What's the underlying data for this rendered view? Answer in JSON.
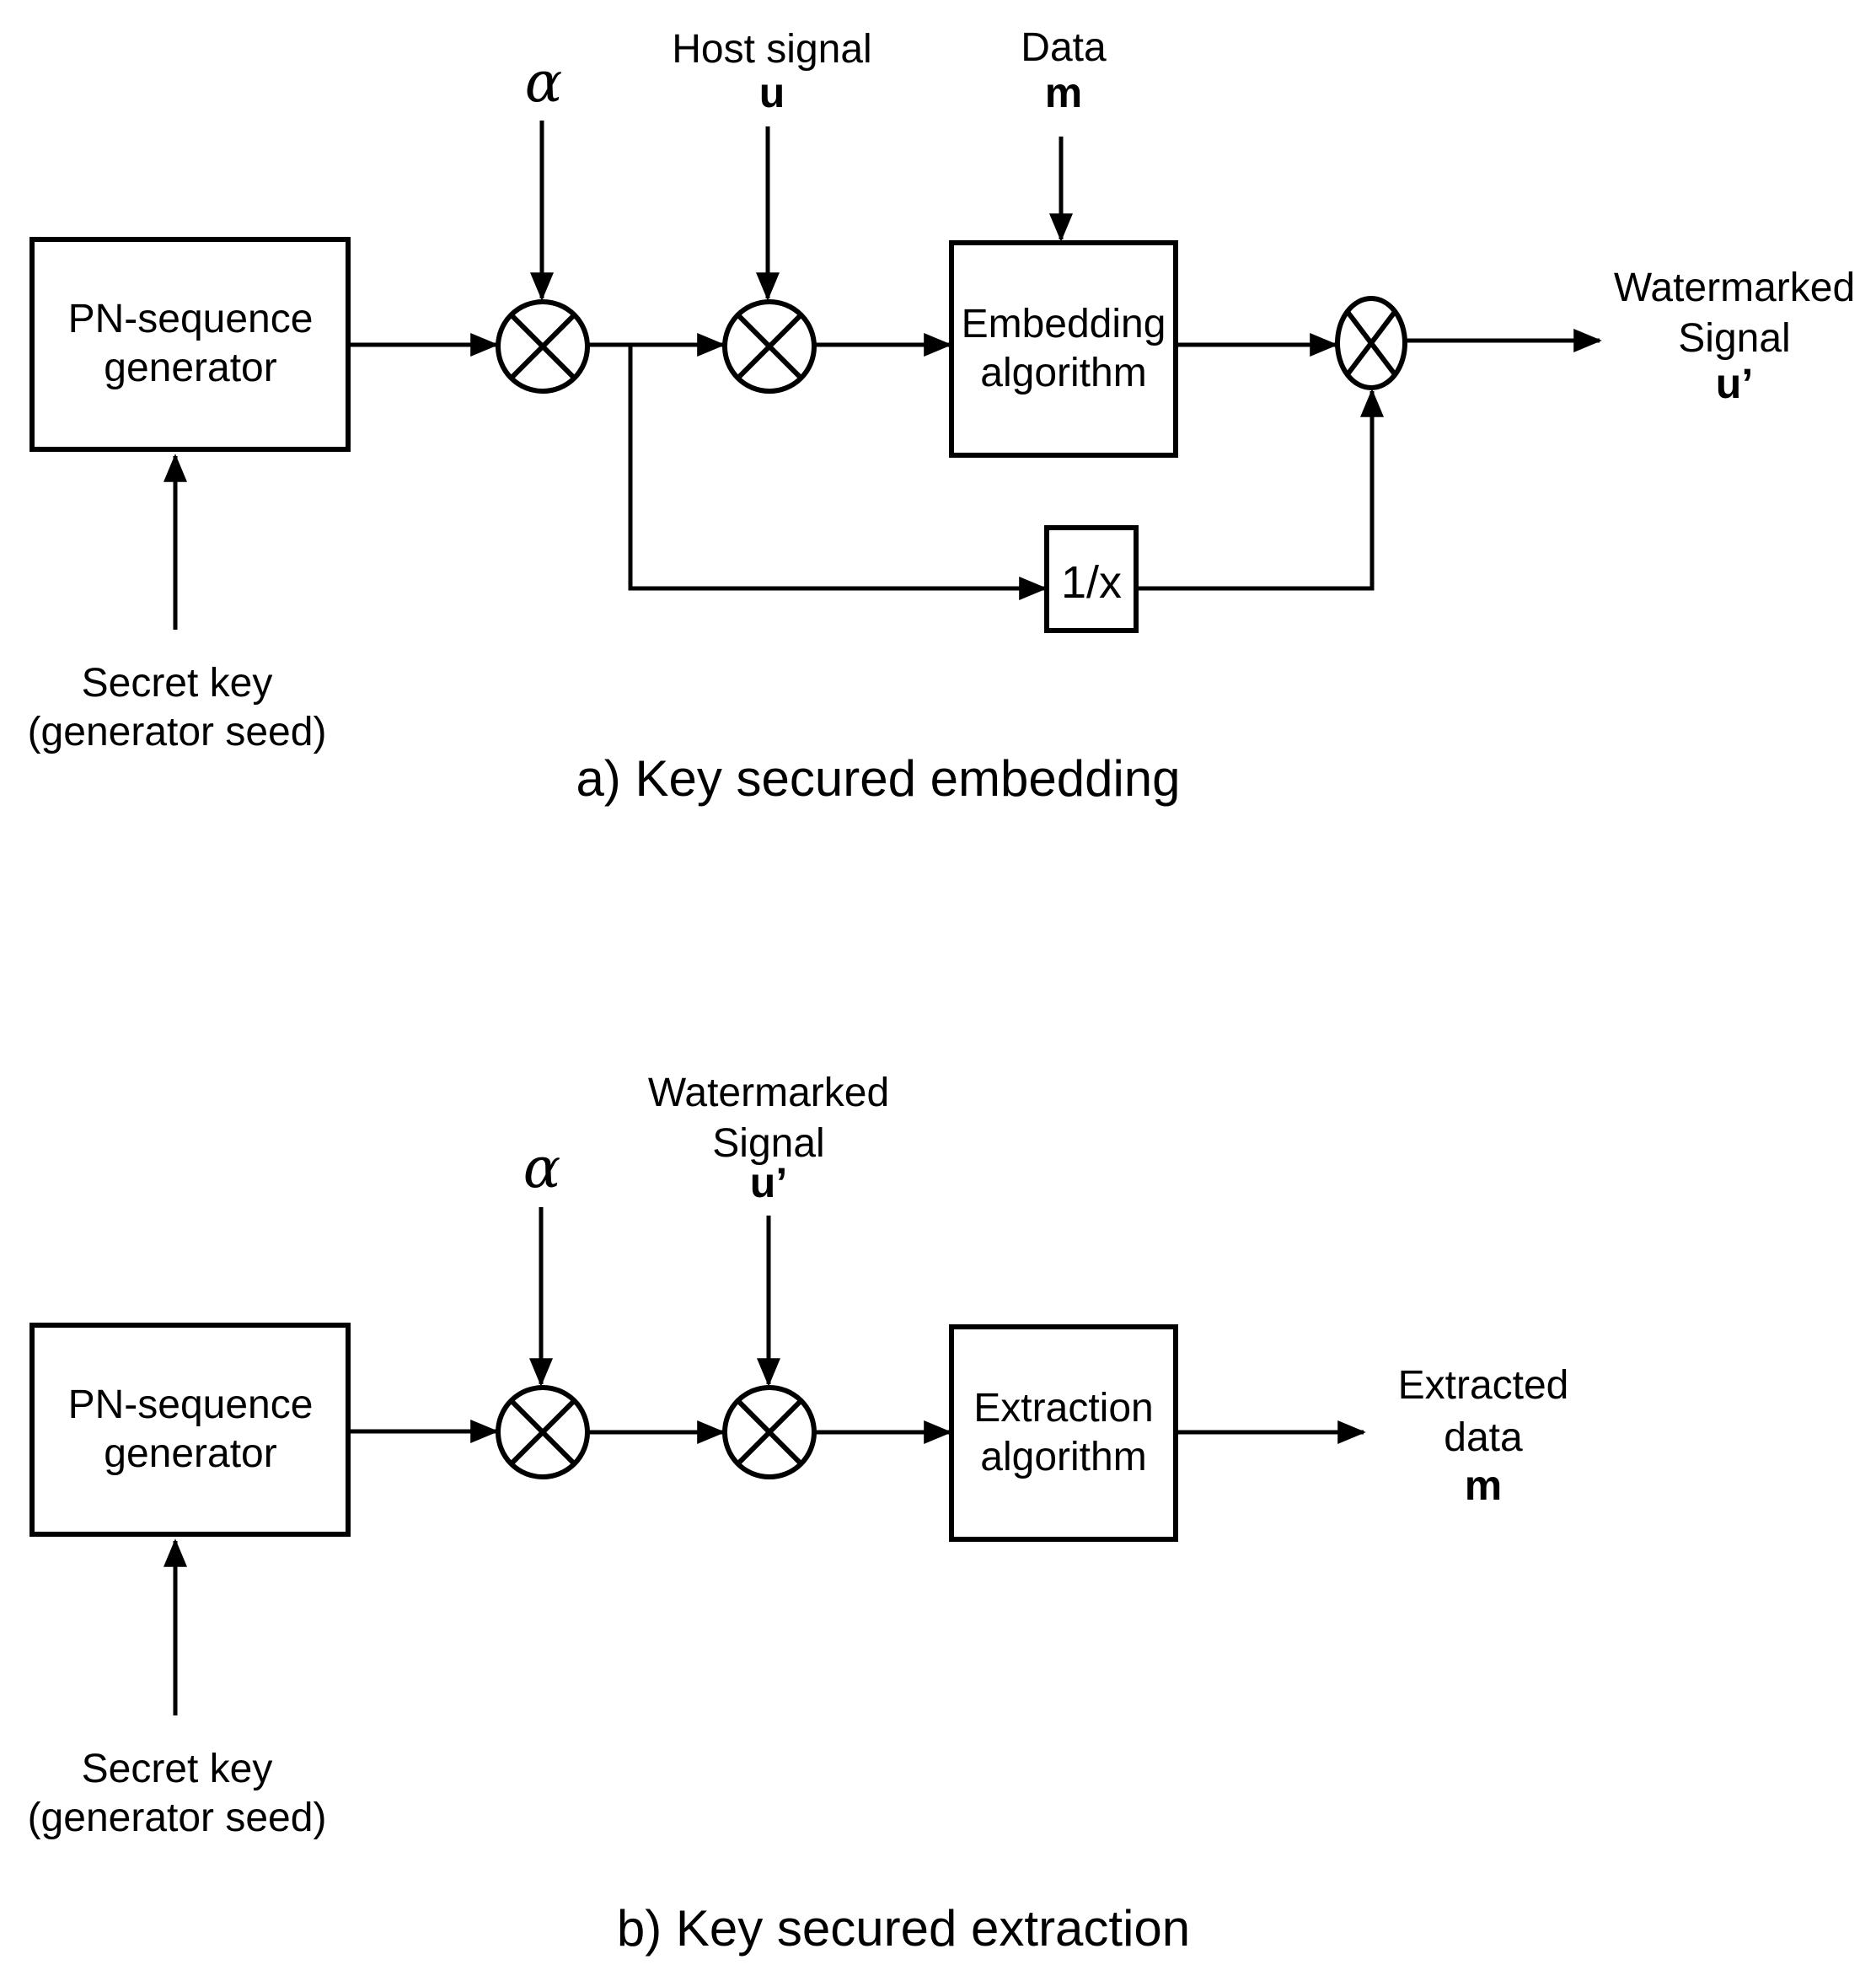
{
  "colors": {
    "background": "#ffffff",
    "line": "#000000",
    "text": "#000000"
  },
  "diagram_a": {
    "caption": "a) Key secured embedding",
    "pn_box": {
      "line1": "PN-sequence",
      "line2": "generator"
    },
    "secret_key": {
      "line1": "Secret key",
      "line2": "(generator seed)"
    },
    "alpha_label": "α",
    "host_signal": {
      "line1": "Host signal",
      "line2": "u"
    },
    "data_input": {
      "line1": "Data",
      "line2": "m"
    },
    "embed_box": {
      "line1": "Embedding",
      "line2": "algorithm"
    },
    "inverse_box_label": "1/x",
    "output": {
      "line1": "Watermarked",
      "line2": "Signal",
      "line3": "u’"
    }
  },
  "diagram_b": {
    "caption": "b) Key secured extraction",
    "pn_box": {
      "line1": "PN-sequence",
      "line2": "generator"
    },
    "secret_key": {
      "line1": "Secret key",
      "line2": "(generator seed)"
    },
    "alpha_label": "α",
    "input": {
      "line1": "Watermarked",
      "line2": "Signal",
      "line3": "u’"
    },
    "extract_box": {
      "line1": "Extraction",
      "line2": "algorithm"
    },
    "output": {
      "line1": "Extracted",
      "line2": "data",
      "line3": "m"
    }
  }
}
